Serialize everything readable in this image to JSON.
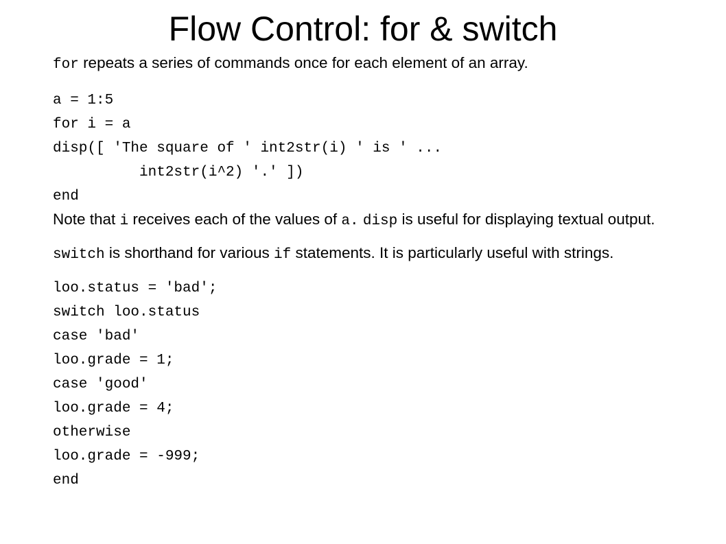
{
  "title": "Flow Control: for & switch",
  "for_intro": {
    "kw": "for",
    "text": " repeats a series of commands once for each element of an array."
  },
  "for_code": [
    "a = 1:5",
    "for i = a",
    "disp([ 'The square of ' int2str(i) ' is ' ...",
    "          int2str(i^2) '.' ])",
    "end"
  ],
  "note": {
    "t1": "Note that ",
    "c1": "i",
    "t2": " receives each of the values of ",
    "c2": "a.",
    "t3": " ",
    "c3": "disp",
    "t4": " is useful for displaying textual output."
  },
  "switch_intro": {
    "c1": "switch",
    "t1": " is shorthand for various ",
    "c2": "if",
    "t2": " statements.  It is particularly useful with strings."
  },
  "switch_code": [
    "loo.status = 'bad';",
    "switch loo.status",
    "case 'bad'",
    "loo.grade = 1;",
    "case 'good'",
    "loo.grade = 4;",
    "otherwise",
    "loo.grade = -999;",
    "end"
  ]
}
